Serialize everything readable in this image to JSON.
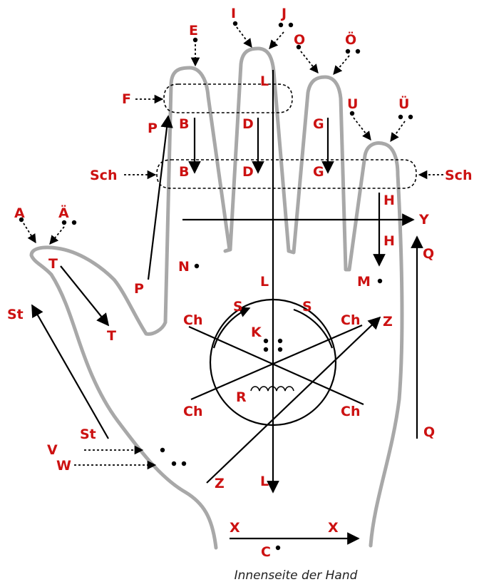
{
  "colors": {
    "label": "#cc1111",
    "outline": "#a8a8a8",
    "ink": "#000000"
  },
  "caption": "Innenseite der Hand",
  "labels": {
    "A": "A",
    "AE": "Ä",
    "B": "B",
    "C": "C",
    "Ch": "Ch",
    "D": "D",
    "E": "E",
    "F": "F",
    "G": "G",
    "H": "H",
    "I": "I",
    "J": "J",
    "K": "K",
    "L": "L",
    "M": "M",
    "N": "N",
    "O": "O",
    "OE": "Ö",
    "P": "P",
    "Q": "Q",
    "R": "R",
    "S": "S",
    "Sch": "Sch",
    "St": "St",
    "T": "T",
    "U": "U",
    "UE": "Ü",
    "V": "V",
    "W": "W",
    "X": "X",
    "Y": "Y",
    "Z": "Z"
  }
}
